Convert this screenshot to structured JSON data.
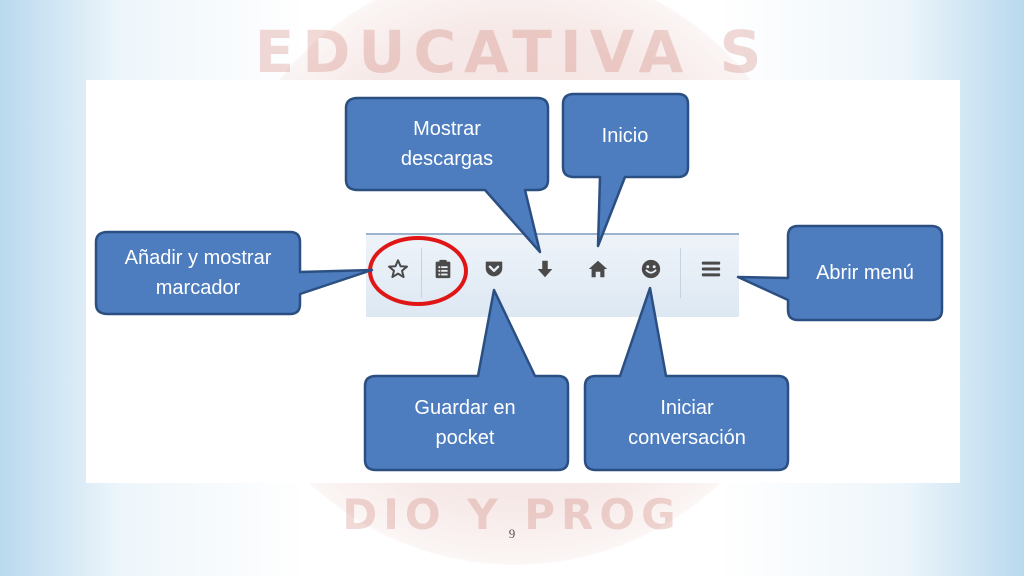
{
  "watermark": {
    "top_text": "EDUCATIVA S",
    "bottom_text": "DIO Y PROG"
  },
  "toolbar": {
    "buttons": [
      {
        "icon": "star-icon"
      },
      {
        "icon": "clipboard-icon"
      },
      {
        "icon": "pocket-icon"
      },
      {
        "icon": "download-arrow-icon"
      },
      {
        "icon": "home-icon"
      },
      {
        "icon": "smiley-icon"
      },
      {
        "icon": "hamburger-menu-icon"
      }
    ]
  },
  "callouts": {
    "bookmark": "Añadir y mostrar marcador",
    "downloads": "Mostrar descargas",
    "home": "Inicio",
    "menu": "Abrir menú",
    "pocket": "Guardar en pocket",
    "chat": "Iniciar conversación"
  },
  "colors": {
    "callout_fill": "#4d7dbf",
    "callout_stroke": "#2c4f82",
    "highlight": "#e01616"
  },
  "page_number": "9"
}
